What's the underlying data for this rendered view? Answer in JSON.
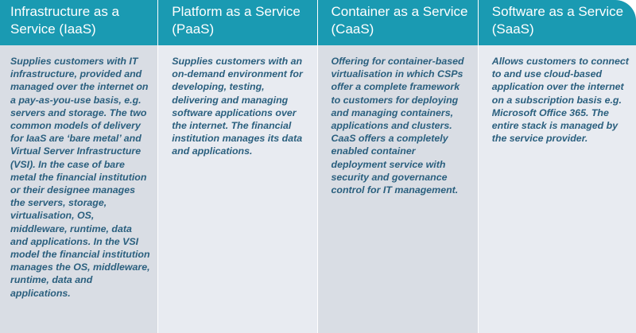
{
  "columns": [
    {
      "title": "Infrastructure as a Service (IaaS)",
      "description": "Supplies customers with IT infrastructure, provided and managed over the internet on a pay-as-you-use basis, e.g. servers and storage. The two common models of delivery for IaaS are ‘bare metal’ and Virtual Server Infrastructure (VSI). In the case of bare metal the financial institution or their designee manages the servers, storage, virtualisation, OS, middleware, runtime, data and applications. In the VSI model the financial institution manages the OS, middleware, runtime, data and applications."
    },
    {
      "title": "Platform as a Service (PaaS)",
      "description": "Supplies customers with an on-demand environment for developing, testing, delivering and managing software applications over the internet. The financial institution manages its data and applications."
    },
    {
      "title": "Container as a Service (CaaS)",
      "description": "Offering for container-based virtualisation in which CSPs offer a complete framework to customers for deploying and managing containers, applications and clusters. CaaS offers a completely enabled container deployment service with security and governance control for IT management."
    },
    {
      "title": "Software as a Service (SaaS)",
      "description": "Allows customers to connect to and use cloud-based application over the internet on a subscription basis e.g. Microsoft Office 365. The entire stack is managed by the service provider."
    }
  ],
  "colors": {
    "header_background": "#1a9ab2",
    "header_text": "#ffffff",
    "body_text": "#2a5f7e",
    "body_background_dark": "#d9dde4",
    "body_background_light": "#e8ebf1"
  }
}
